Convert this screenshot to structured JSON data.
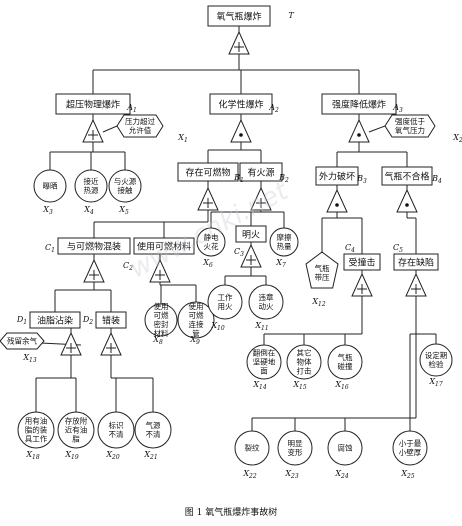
{
  "caption": "图 1   氧气瓶爆炸事故树",
  "watermark": "www.cnki.net",
  "nodes": {
    "T": {
      "text": "氧气瓶爆炸",
      "sym": "T"
    },
    "A1": {
      "text": "超压物理爆炸",
      "sym": "A",
      "sub": "1"
    },
    "A2": {
      "text": "化学性爆炸",
      "sym": "A",
      "sub": "2"
    },
    "A3": {
      "text": "强度降低爆炸",
      "sym": "A",
      "sub": "3"
    },
    "B1": {
      "text": "存在可燃物",
      "sym": "B",
      "sub": "1"
    },
    "B2": {
      "text": "有火源",
      "sym": "B",
      "sub": "2"
    },
    "B3": {
      "text": "外力破坏",
      "sym": "B",
      "sub": "3"
    },
    "B4": {
      "text": "气瓶不合格",
      "sym": "B",
      "sub": "4"
    },
    "C1": {
      "text": "与可燃物混装",
      "sym": "C",
      "sub": "1"
    },
    "C2": {
      "text": "使用可燃材料",
      "sym": "C",
      "sub": "2"
    },
    "C3": {
      "text": "明火",
      "sym": "C",
      "sub": "3"
    },
    "C4": {
      "text": "受撞击",
      "sym": "C",
      "sub": "4"
    },
    "C5": {
      "text": "存在缺陷",
      "sym": "C",
      "sub": "5"
    },
    "D1": {
      "text": "油脂沾染",
      "sym": "D",
      "sub": "1"
    },
    "D2": {
      "text": "错装",
      "sym": "D",
      "sub": "2"
    },
    "X1": {
      "text": "压力超过允许值",
      "sym": "X",
      "sub": "1"
    },
    "X2": {
      "text": "强度低于氧气压力",
      "sym": "X",
      "sub": "2"
    },
    "X3": {
      "text": "曝晒",
      "sym": "X",
      "sub": "3"
    },
    "X4": {
      "text": "接近热源",
      "sym": "X",
      "sub": "4"
    },
    "X5": {
      "text": "与火源接触",
      "sym": "X",
      "sub": "5"
    },
    "X6": {
      "text": "静电火花",
      "sym": "X",
      "sub": "6"
    },
    "X7": {
      "text": "摩擦热量",
      "sym": "X",
      "sub": "7"
    },
    "X8": {
      "text": "使用可燃密封材料",
      "sym": "X",
      "sub": "8"
    },
    "X9": {
      "text": "使用可燃连接管",
      "sym": "X",
      "sub": "9"
    },
    "X10": {
      "text": "工作用火",
      "sym": "X",
      "sub": "10"
    },
    "X11": {
      "text": "违章动火",
      "sym": "X",
      "sub": "11"
    },
    "X12": {
      "text": "气瓶带压",
      "sym": "X",
      "sub": "12"
    },
    "X13": {
      "text": "残留余气",
      "sym": "X",
      "sub": "13"
    },
    "X14": {
      "text": "翻倒在坚硬地面",
      "sym": "X",
      "sub": "14"
    },
    "X15": {
      "text": "其它物体打击",
      "sym": "X",
      "sub": "15"
    },
    "X16": {
      "text": "气瓶碰撞",
      "sym": "X",
      "sub": "16"
    },
    "X17": {
      "text": "设定期检验",
      "sym": "X",
      "sub": "17"
    },
    "X18": {
      "text": "用有油脂的装具工作",
      "sym": "X",
      "sub": "18"
    },
    "X19": {
      "text": "存放附近有油脂",
      "sym": "X",
      "sub": "19"
    },
    "X20": {
      "text": "标识不清",
      "sym": "X",
      "sub": "20"
    },
    "X21": {
      "text": "气源不清",
      "sym": "X",
      "sub": "21"
    },
    "X22": {
      "text": "裂纹",
      "sym": "X",
      "sub": "22"
    },
    "X23": {
      "text": "明显变形",
      "sym": "X",
      "sub": "23"
    },
    "X24": {
      "text": "腐蚀",
      "sym": "X",
      "sub": "24"
    },
    "X25": {
      "text": "小于最小壁厚",
      "sym": "X",
      "sub": "25"
    }
  }
}
